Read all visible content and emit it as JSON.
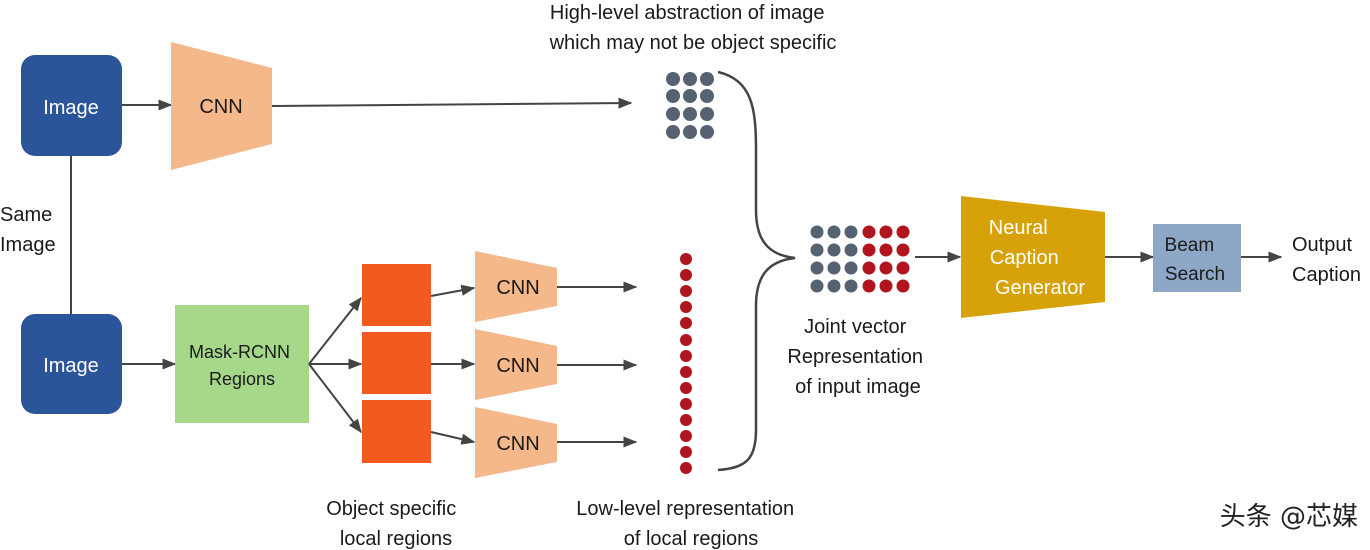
{
  "colors": {
    "image_box": "#2c5599",
    "cnn": "#f5b88a",
    "mask_rcnn": "#a6d88a",
    "region": "#f25a1e",
    "caption_generator": "#d6a207",
    "beam_search": "#8ea7c7",
    "dot_gray": "#566272",
    "dot_red": "#b0141f",
    "line": "#444444"
  },
  "nodes": {
    "image_top": "Image",
    "image_bottom": "Image",
    "same_image": [
      "Same",
      "Image"
    ],
    "cnn_top": "CNN",
    "mask_rcnn": [
      "Mask-RCNN",
      "Regions"
    ],
    "cnn_regions": [
      "CNN",
      "CNN",
      "CNN"
    ],
    "caption_generator": [
      "Neural",
      "Caption",
      "Generator"
    ],
    "beam_search": [
      "Beam",
      "Search"
    ],
    "output_caption": [
      "Output",
      "Caption"
    ]
  },
  "annotations": {
    "high_level": [
      "High-level abstraction of image",
      "which may not be object specific"
    ],
    "joint_vector": [
      "Joint vector",
      "Representation",
      "of input image"
    ],
    "object_regions": [
      "Object specific",
      "local regions"
    ],
    "low_level": [
      "Low-level representation",
      "of local regions"
    ]
  },
  "watermark": "头条 @芯媒"
}
